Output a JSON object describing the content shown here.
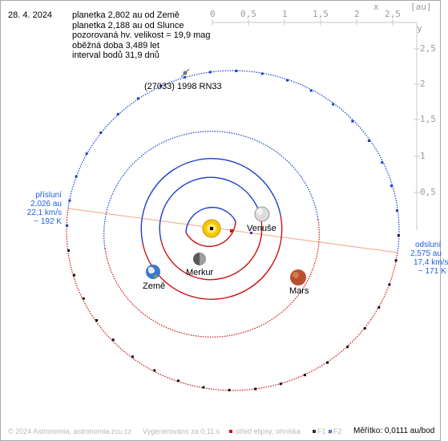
{
  "date": "28. 4. 2024",
  "info_lines": [
    "planetka 2,802 au od Země",
    "planetka 2,188 au od Slunce",
    "pozorovaná hv. velikost = 19,9 mag",
    "oběžná doba 3,489 let",
    "interval bodů 31,9 dnů"
  ],
  "asteroid_name": "(27033) 1998 RN33",
  "planets": {
    "venus": "Venuše",
    "mercury": "Merkur",
    "earth": "Země",
    "mars": "Mars"
  },
  "perihelion": {
    "title": "přísluní",
    "distance": "2,026 au",
    "speed": "22,1 km/s",
    "temperature": "~ 192 K"
  },
  "aphelion": {
    "title": "odsluní",
    "distance": "2,575 au",
    "speed": "17,4 km/s",
    "temperature": "~ 171 K"
  },
  "top_axis": {
    "unit": "[au]",
    "x_label": "x",
    "ticks": [
      "0",
      "0,5",
      "1",
      "1,5",
      "2",
      "2,5"
    ]
  },
  "right_axis": {
    "y_label": "y",
    "ticks": [
      "2,5",
      "2",
      "1,5",
      "1",
      "0,5"
    ]
  },
  "footer": {
    "copyright": "© 2024 Astronomia, astronomia.zcu.cz",
    "generated": "Vygenerováno za 0,11 s",
    "center_legend": "střed elipsy, ohniska",
    "f1": "F1 a",
    "f2": "F2",
    "scale": "Měřítko: 0,0111 au/bod"
  },
  "colors": {
    "orbit_above": "#1a3fd0",
    "orbit_below": "#cc1111",
    "apsis_line": "#f2a585",
    "sun": "#f6c800",
    "venus": "#dcdcdc",
    "mars": "#b8502f",
    "earth": "#3c78c8",
    "mercury": "#5a5a5a"
  }
}
